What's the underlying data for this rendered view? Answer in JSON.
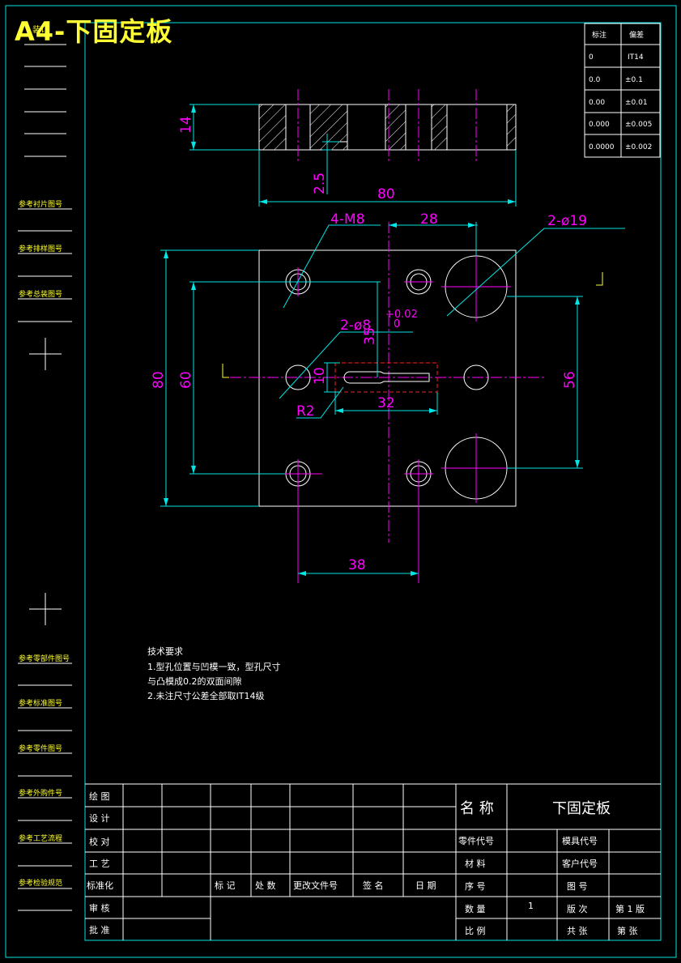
{
  "sheet_title": "A4-下固定板",
  "side_labels": {
    "top_label": "装订",
    "refs_top": [
      "参考衬片图号",
      "参考排样图号",
      "参考总装图号"
    ],
    "refs_bottom": [
      "参考零部件图号",
      "参考标准图号",
      "参考零件图号",
      "参考外购件号",
      "参考工艺流程",
      "参考检验规范"
    ]
  },
  "tolerance_table": {
    "headers": [
      "标注",
      "偏差"
    ],
    "rows": [
      [
        "0",
        "IT14"
      ],
      [
        "0.0",
        "±0.1"
      ],
      [
        "0.00",
        "±0.01"
      ],
      [
        "0.000",
        "±0.005"
      ],
      [
        "0.0000",
        "±0.002"
      ]
    ]
  },
  "dimensions": {
    "thickness": "14",
    "step": "2.5",
    "width_side": "80",
    "holes_m8": "4-M8",
    "d28": "28",
    "holes_19": "2-ø19",
    "height80": "80",
    "height60": "60",
    "pin": "2-ø8",
    "pin_tol_upper": "+0.02",
    "pin_tol_lower": "0",
    "d35": "35",
    "d10": "10",
    "d56": "56",
    "d32": "32",
    "r2": "R2",
    "d38": "38"
  },
  "notes": {
    "title": "技术要求",
    "lines": [
      "1.型孔位置与凹模一致，型孔尺寸",
      "与凸模成0.2的双面间隙",
      "2.未注尺寸公差全部取IT14级"
    ]
  },
  "title_block": {
    "left_rows": [
      "绘 图",
      "设 计",
      "校 对",
      "工 艺",
      "标准化",
      "审 核",
      "批 准"
    ],
    "rev_headers": [
      "标 记",
      "处 数",
      "更改文件号",
      "签 名",
      "日 期"
    ],
    "name_label": "名 称",
    "part_name": "下固定板",
    "mid_rows": [
      "零件代号",
      "材 料",
      "序 号",
      "数 量",
      "比 例"
    ],
    "quantity": "1",
    "right_labels": [
      "模具代号",
      "客户代号",
      "图 号",
      "版 次",
      "共 张"
    ],
    "version": "第 1 版",
    "sheet_no": "第 张"
  }
}
